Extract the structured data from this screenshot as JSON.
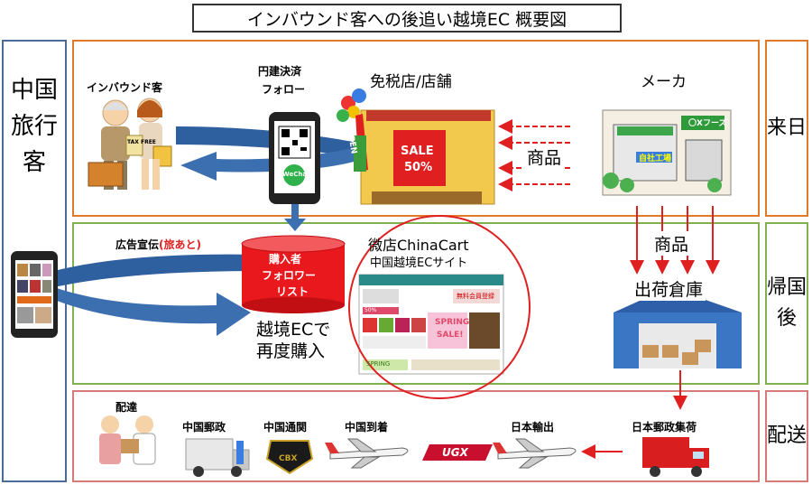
{
  "title": "インバウンド客への後追い越境EC  概要図",
  "left_column": {
    "label": "中国旅行客"
  },
  "sections": {
    "visit": "来日",
    "after_return": "帰国後",
    "delivery": "配送"
  },
  "visit_band": {
    "inbound_customer": "インバウンド客",
    "payment_follow": [
      "円建決済",
      "フォロー"
    ],
    "store": "免税店/店舗",
    "maker": "メーカ",
    "goods": "商品",
    "store_sign_open": "OPEN",
    "store_sign_sale": [
      "SALE",
      "50%"
    ],
    "factory_sign": "自社工場",
    "factory_name": "〇Xフーズ",
    "bag_label": "TAX FREE",
    "wechat_label": "WeChat"
  },
  "return_band": {
    "ad_prefix": "広告宣伝",
    "ad_highlight": "(旅あと)",
    "follower_list": [
      "購入者",
      "フォロワー",
      "リスト"
    ],
    "weidian_title": "微店ChinaCart",
    "weidian_subtitle": "中国越境ECサイト",
    "repurchase": [
      "越境ECで",
      "再度購入"
    ],
    "goods": "商品",
    "warehouse": "出荷倉庫",
    "site_banner_1": "無料会員登録",
    "site_banner_2": [
      "SPRING",
      "SALE!"
    ],
    "site_banner_3": "SPRING",
    "site_banner_4": "50%"
  },
  "delivery_band": {
    "delivery": "配達",
    "china_post": "中国郵政",
    "china_customs": "中国通関",
    "china_arrival": "中国到着",
    "japan_export": "日本輸出",
    "japan_post_pickup": "日本郵政集荷",
    "customs_badge": "CBX",
    "courier_logo": "UGX"
  },
  "colors": {
    "visit_border": "#e07b2b",
    "return_border": "#7fb24f",
    "delivery_border": "#d87a7a",
    "left_border": "#4a6b95",
    "arrow_blue": "#2e5f9e",
    "arrow_red": "#e02020",
    "cylinder_red": "#e8181d",
    "highlight_red": "#e02020"
  }
}
